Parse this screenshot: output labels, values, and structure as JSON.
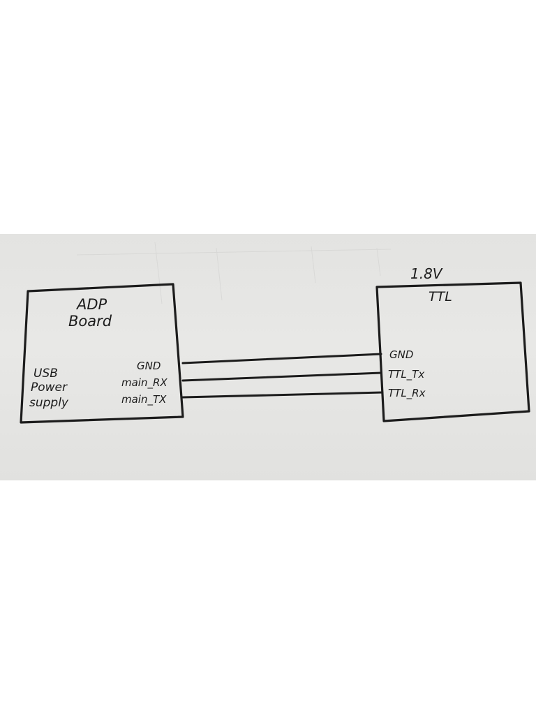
{
  "diagram": {
    "left_block": {
      "title_line1": "ADP",
      "title_line2": "Board",
      "side_label_line1": "USB",
      "side_label_line2": "Power",
      "side_label_line3": "supply",
      "pins": [
        "GND",
        "main_RX",
        "main_TX"
      ]
    },
    "right_block": {
      "voltage": "1.8V",
      "title": "TTL",
      "pins": [
        "GND",
        "TTL_Tx",
        "TTL_Rx"
      ]
    },
    "connections": [
      {
        "from": "GND",
        "to": "GND"
      },
      {
        "from": "main_RX",
        "to": "TTL_Tx"
      },
      {
        "from": "main_TX",
        "to": "TTL_Rx"
      }
    ],
    "colors": {
      "ink": "#1c1c1c",
      "paper": "#e5e5e3",
      "background": "#ffffff"
    }
  }
}
